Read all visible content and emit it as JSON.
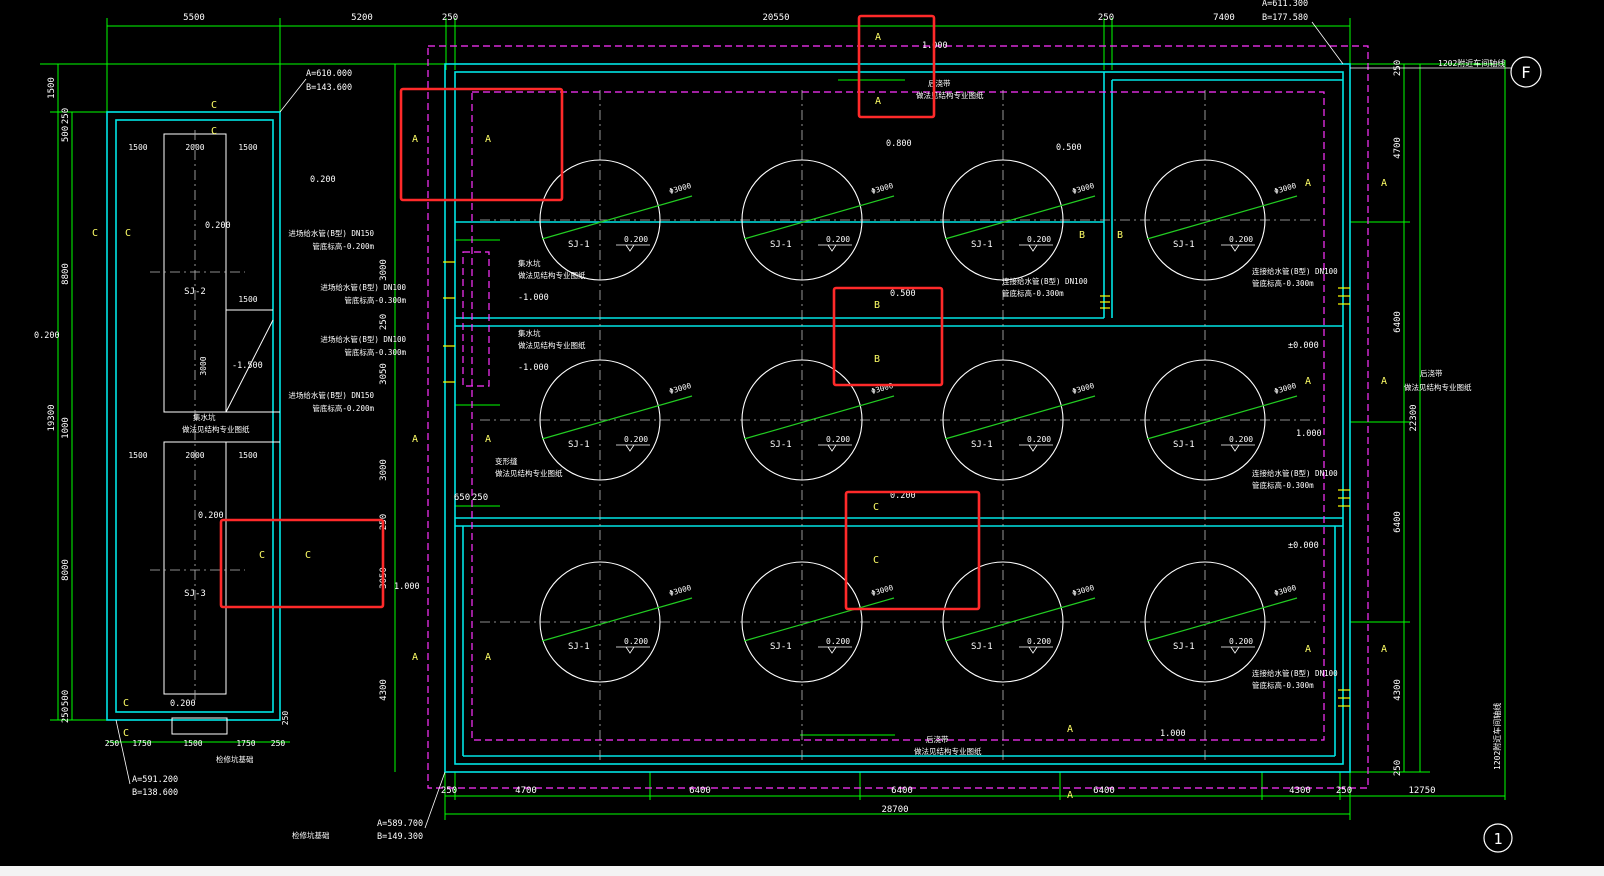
{
  "colors": {
    "background": "#000000",
    "dimension": "#00ff00",
    "wall": "#00e5e5",
    "inner": "#ff33ff",
    "axis": "#bbbbbb",
    "text": "#ffffff",
    "highlight": "#ff2a2a",
    "pipe": "#22cc22",
    "marker": "#ffff00"
  },
  "top_dims": [
    "5500",
    "5200",
    "250",
    "20550",
    "250",
    "7400"
  ],
  "bottom_dims": [
    "250",
    "4700",
    "6400",
    "6400",
    "6400",
    "4300",
    "250",
    "12750"
  ],
  "overall_bottom": "28700",
  "right_dims": [
    "4700",
    "6400",
    "6400",
    "4300",
    "250",
    "250",
    "22300"
  ],
  "left_dims": [
    "1500",
    "500",
    "250",
    "8800",
    "19300",
    "1000",
    "8000",
    "500",
    "250"
  ],
  "mid_dims": [
    "3000",
    "250",
    "3050",
    "250",
    "3000",
    "650",
    "250",
    "3050",
    "4300"
  ],
  "small_left_dims": [
    "1500",
    "2000",
    "1500",
    "1500",
    "3000",
    "1500",
    "2000",
    "1500",
    "1750",
    "1500",
    "1750",
    "250",
    "250",
    "250"
  ],
  "coords": {
    "top_left_a": "A=610.000",
    "top_left_b": "B=143.600",
    "bottom_left_a": "A=591.200",
    "bottom_left_b": "B=138.600",
    "bottom_mid_a": "A=589.700",
    "bottom_mid_b": "B=149.300",
    "top_right_a": "A=611.300",
    "top_right_b": "B=177.580"
  },
  "grid_labels": {
    "axis_f": "F",
    "axis_1": "1",
    "axis_f_note": "1202附近车间轴线",
    "axis_1_note": "1202附近车间轴线"
  },
  "tank_label": "SJ-1",
  "tank_diameter": "Φ3000",
  "tank_elevation": "0.200",
  "section_letters": {
    "a": "A",
    "b": "B",
    "c": "C"
  },
  "elevations": [
    "0.200",
    "1.000",
    "±0.000",
    "0.500",
    "-1.000",
    "-1.500",
    "0.800"
  ],
  "small_labels": [
    "SJ-2",
    "SJ-3"
  ],
  "pipe_notes": [
    "进场给水管(B型) DN150",
    "管底标高-0.200m",
    "进场给水管(B型) DN100",
    "管底标高-0.300m",
    "进场给水管(B型) DN100",
    "管底标高-0.300m",
    "进场给水管(B型) DN150",
    "管底标高-0.200m"
  ],
  "right_pipe_notes": [
    "连接给水管(B型) DN100",
    "管底标高-0.300m"
  ],
  "misc_notes": [
    "集水坑",
    "做法见结构专业图纸",
    "集水坑",
    "做法见结构专业图纸",
    "变形缝",
    "做法见结构专业图纸",
    "检修坑基础",
    "集水坑"
  ],
  "hatch_notes": [
    "后浇带",
    "做法见结构专业图纸"
  ]
}
